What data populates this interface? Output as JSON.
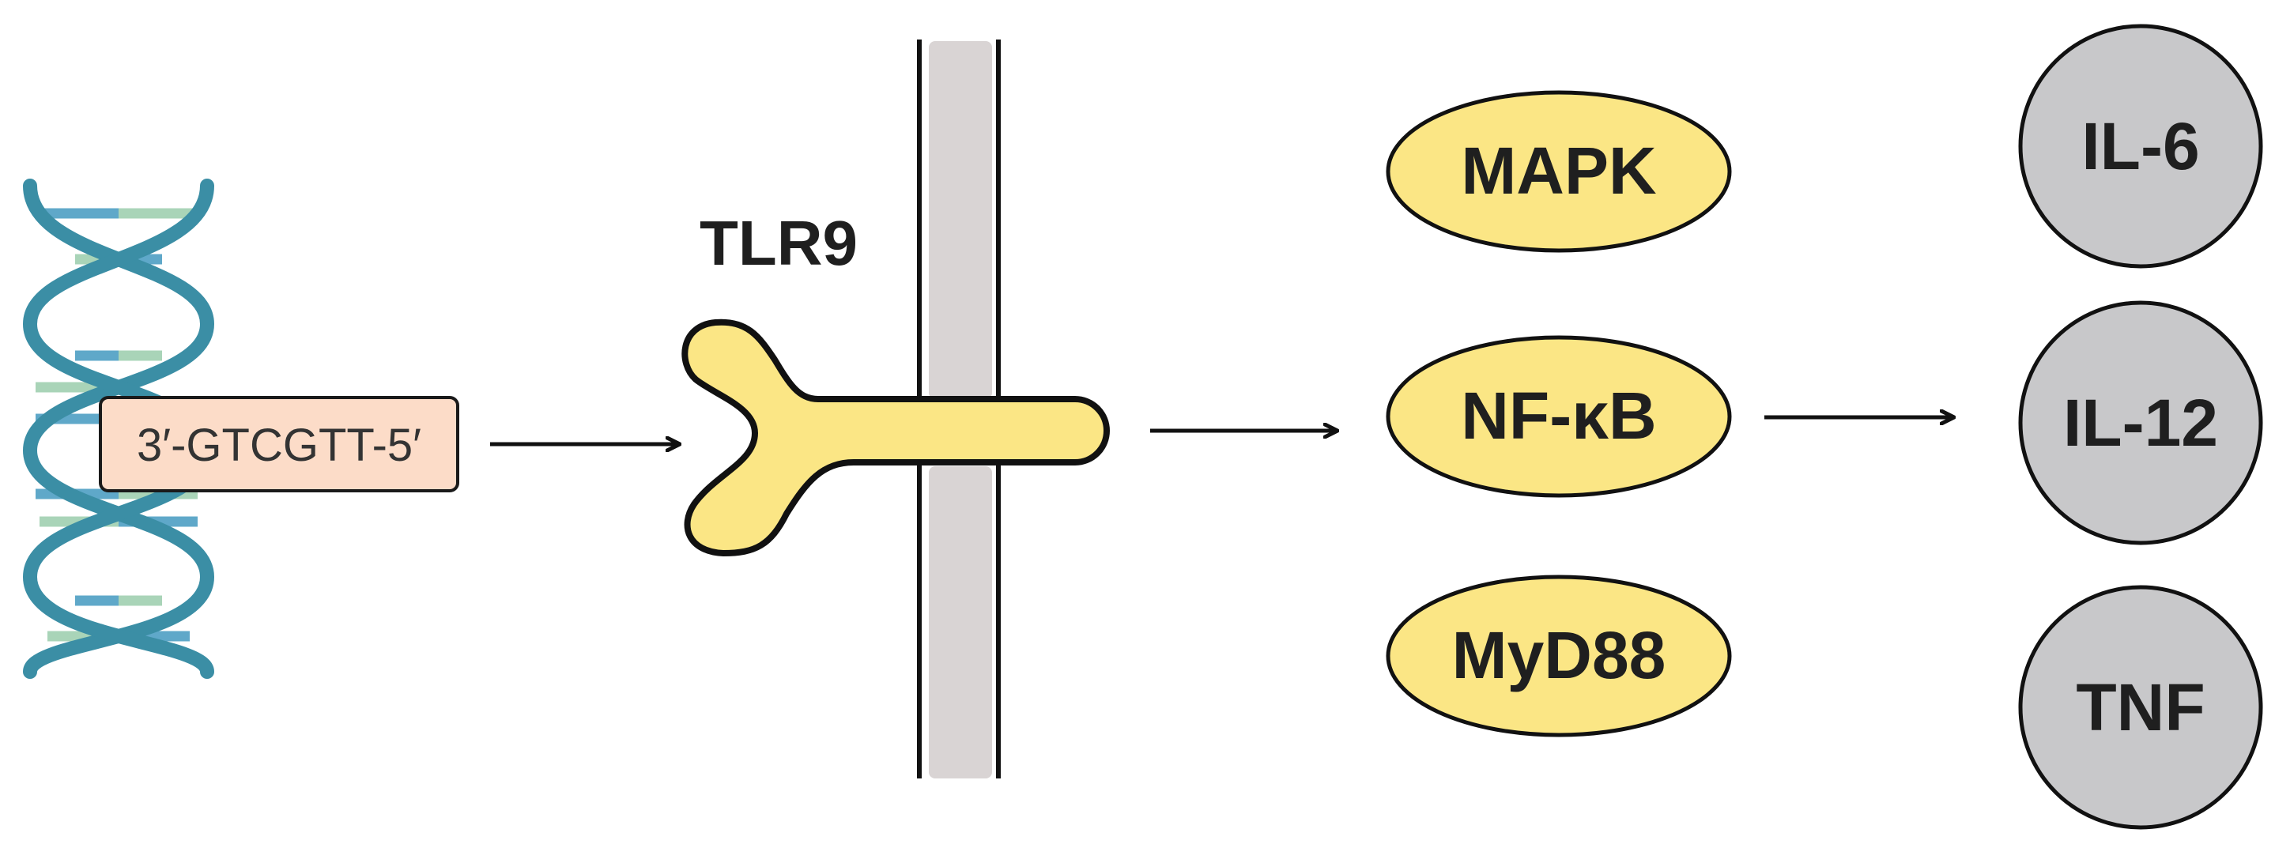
{
  "diagram": {
    "dna": {
      "sequence": "3′-GTCGTT-5′",
      "helix_color": "#3b8ea5",
      "rung_colors": [
        "#5fa8c9",
        "#a9d4b8"
      ],
      "label_fill": "#fcdcc8"
    },
    "receptor": {
      "label": "TLR9",
      "fill": "#fbe685"
    },
    "membrane": {
      "fill": "#d9d4d4"
    },
    "signaling": {
      "items": [
        {
          "label": "MAPK"
        },
        {
          "label": "NF-κB"
        },
        {
          "label": "MyD88"
        }
      ],
      "fill": "#fbe685"
    },
    "cytokines": {
      "items": [
        {
          "label": "IL-6"
        },
        {
          "label": "IL-12"
        },
        {
          "label": "TNF"
        }
      ],
      "fill": "#c8c8ca"
    }
  }
}
